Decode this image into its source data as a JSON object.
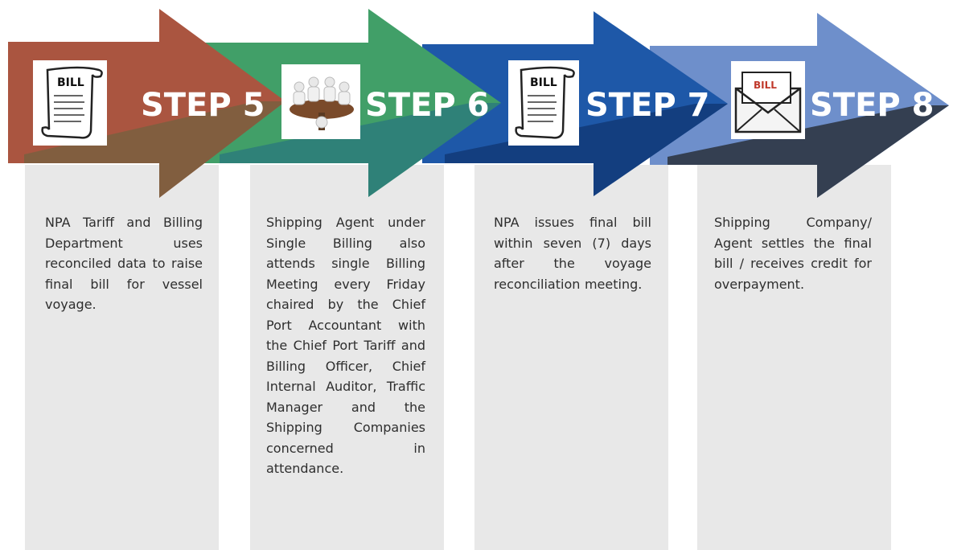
{
  "steps": [
    {
      "label": "STEP 5",
      "icon": "bill-scroll-icon",
      "description": "NPA Tariff and Billing Department uses reconciled data to raise final bill for vessel voyage.",
      "color": "#a8543d"
    },
    {
      "label": "STEP 6",
      "icon": "meeting-icon",
      "description": "Shipping Agent under Single Billing also attends single Billing Meeting every Friday chaired by the Chief Port Accountant with the Chief Port Tariff and Billing Officer, Chief Internal Auditor, Traffic Manager and the Shipping Companies concerned in attendance.",
      "color": "#3e9a63"
    },
    {
      "label": "STEP 7",
      "icon": "bill-scroll-icon",
      "description": "NPA issues final bill within seven (7) days after the voyage reconciliation meeting.",
      "color": "#1f56a3"
    },
    {
      "label": "STEP 8",
      "icon": "bill-envelope-icon",
      "description": "Shipping Company/ Agent settles the final bill / receives credit for overpayment.",
      "color": "#6b8cc9"
    }
  ],
  "icon_text": {
    "bill": "BILL"
  }
}
